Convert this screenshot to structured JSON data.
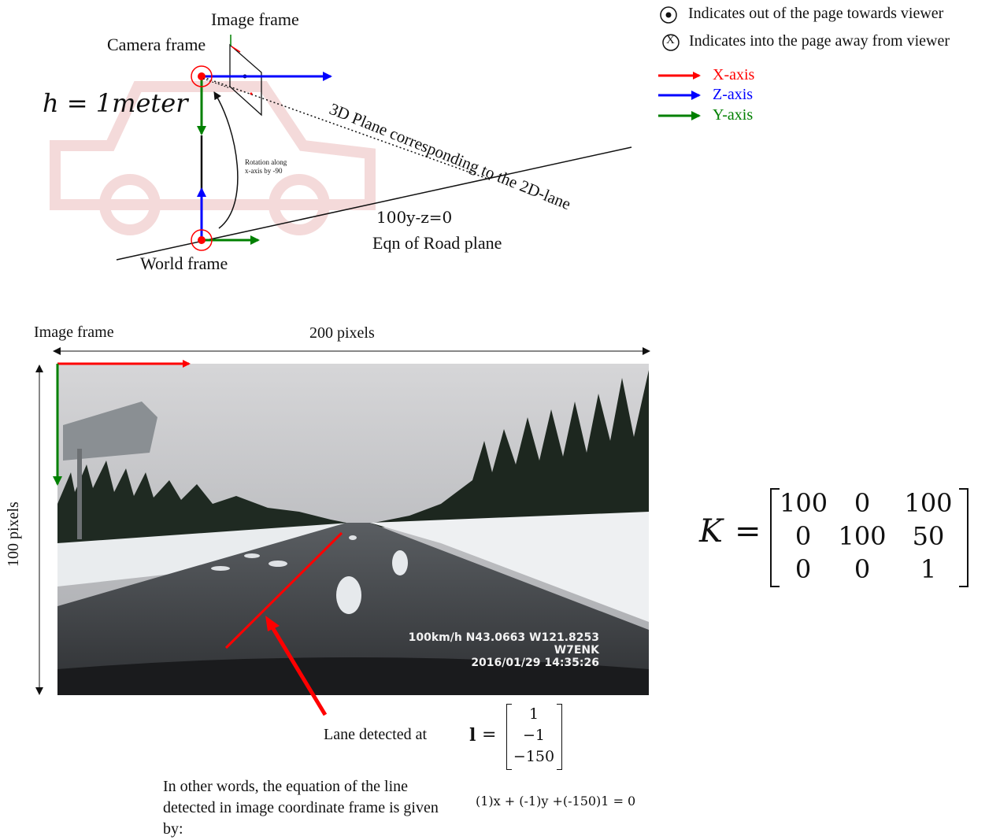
{
  "top_diagram": {
    "image_frame_label": "Image frame",
    "camera_frame_label": "Camera frame",
    "height_label": "h = 1meter",
    "rotation_label_line1": "Rotation along",
    "rotation_label_line2": "x-axis by -90",
    "plane_label": "3D Plane corresponding to the 2D-lane",
    "road_equation": "100y-z=0",
    "road_plane_label": "Eqn of Road plane",
    "world_frame_label": "World frame"
  },
  "legend": {
    "out_of_page_symbol": "•",
    "out_of_page": "Indicates out of the page towards viewer",
    "into_page_symbol": "X",
    "into_page": "Indicates into the page away from viewer",
    "axes": [
      {
        "label": "X-axis",
        "color": "#ff0000"
      },
      {
        "label": "Z-axis",
        "color": "#0000ff"
      },
      {
        "label": "Y-axis",
        "color": "#008000"
      }
    ]
  },
  "image_section": {
    "image_frame_label": "Image frame",
    "width_label": "200 pixels",
    "height_label": "100 pixels",
    "overlay_line1": "100km/h N43.0663 W121.8253",
    "overlay_line2": "W7ENK",
    "overlay_line3": "2016/01/29 14:35:26"
  },
  "intrinsics": {
    "symbol": "K",
    "equals": "=",
    "matrix": [
      [
        "100",
        "0",
        "100"
      ],
      [
        "0",
        "100",
        "50"
      ],
      [
        "0",
        "0",
        "1"
      ]
    ]
  },
  "lane": {
    "label": "Lane detected at",
    "symbol": "l",
    "equals": "=",
    "vector": [
      "1",
      "−1",
      "−150"
    ],
    "explanation": "In other words, the equation of the line detected in image coordinate frame is given by:",
    "equation": "(1)x + (-1)y +(-150)1 = 0"
  },
  "colors": {
    "x_axis": "#ff0000",
    "z_axis": "#0000ff",
    "y_axis": "#008000"
  }
}
